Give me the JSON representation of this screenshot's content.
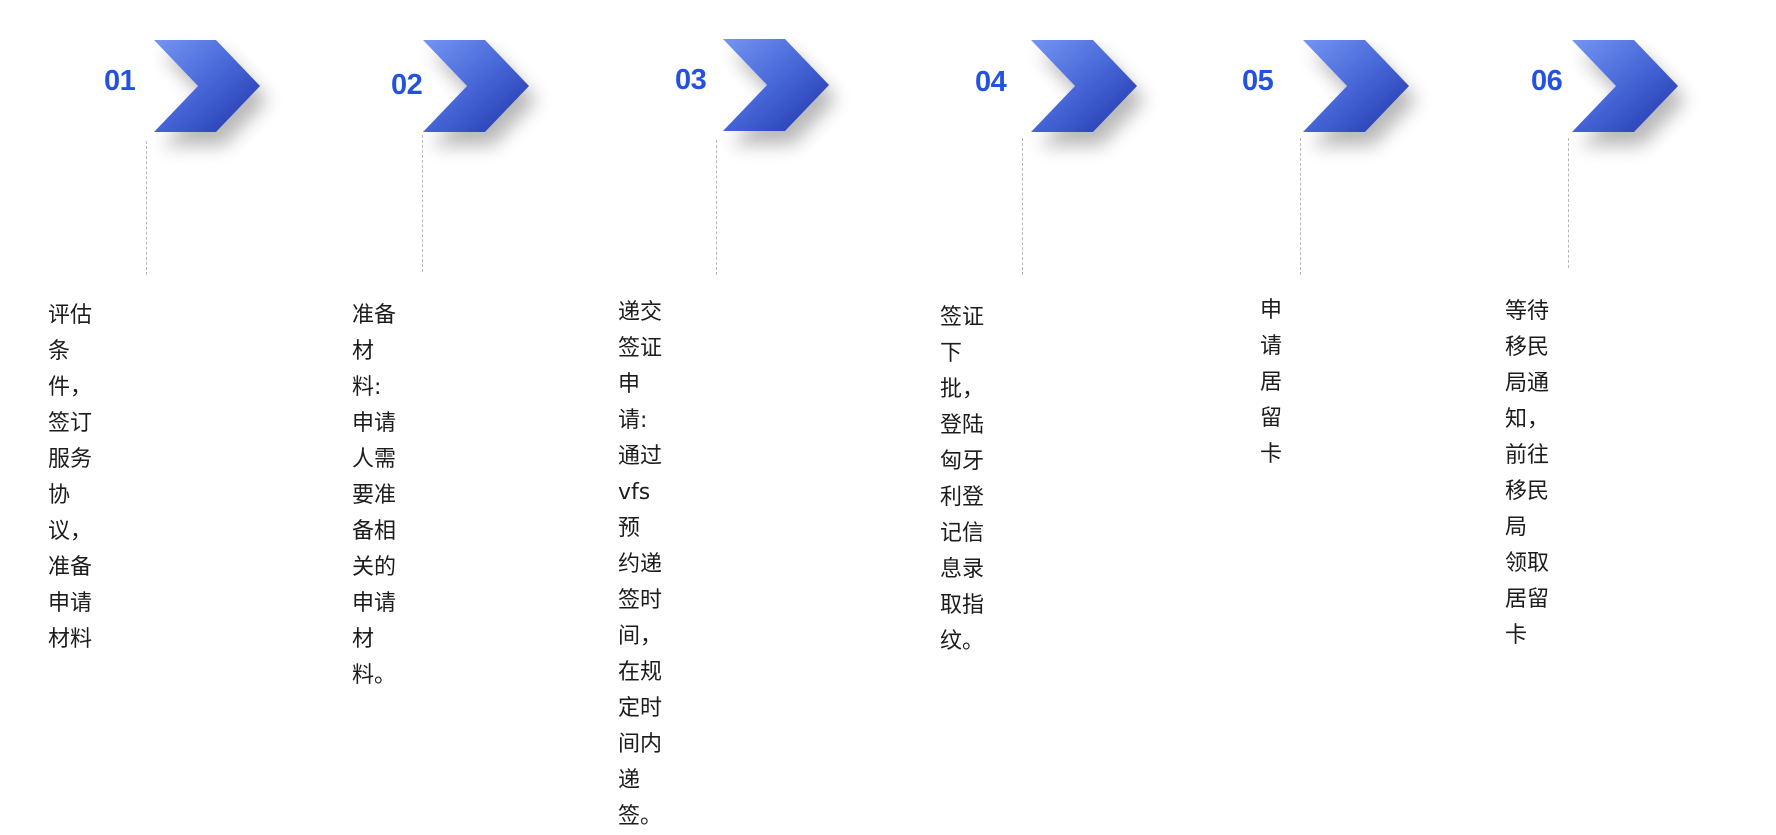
{
  "colors": {
    "number": "#2452e0",
    "arrow_gradient_start": "#6f8ff0",
    "arrow_gradient_end": "#2337ad",
    "connector": "#b8b8b8",
    "text": "#1c1c1c"
  },
  "steps": [
    {
      "number": "01",
      "icon": "chevron-right-arrow-icon",
      "description": "评估条件，签订服务\n协议，准备申请材料"
    },
    {
      "number": "02",
      "icon": "chevron-right-arrow-icon",
      "description": "准备材料:申请人需\n要准备相关的申请\n材料。"
    },
    {
      "number": "03",
      "icon": "chevron-right-arrow-icon",
      "description": "递交签证申请:通过vfs预\n约递签时间，在规定时\n间内递签。"
    },
    {
      "number": "04",
      "icon": "chevron-right-arrow-icon",
      "description": "签证下批，登陆匈牙\n利登记信息录取指\n纹。"
    },
    {
      "number": "05",
      "icon": "chevron-right-arrow-icon",
      "description": "申请居留卡"
    },
    {
      "number": "06",
      "icon": "chevron-right-arrow-icon",
      "description": "等待移民局通\n知，前往移民局\n领取居留卡"
    }
  ]
}
